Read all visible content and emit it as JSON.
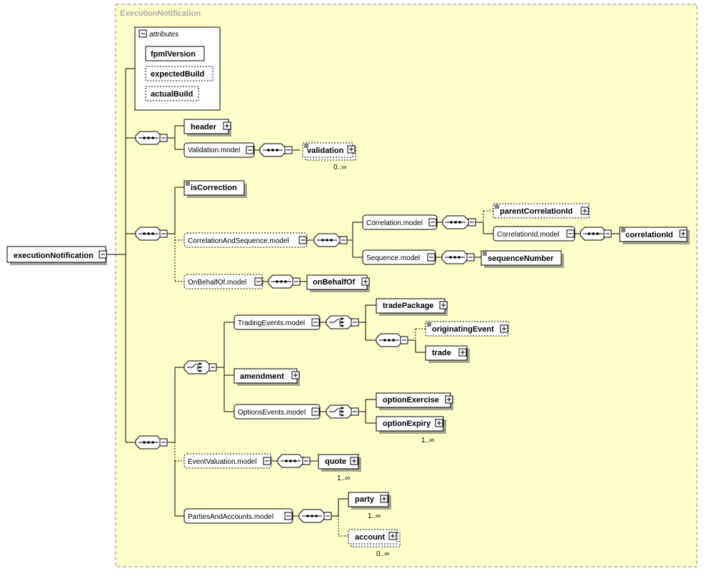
{
  "group": {
    "title": "ExecutionNotification"
  },
  "root": {
    "label": "executionNotification"
  },
  "attributes": {
    "title": "attributes",
    "items": [
      "fpmlVersion",
      "expectedBuild",
      "actualBuild"
    ]
  },
  "elements": {
    "header": "header",
    "validation_model": "Validation.model",
    "validation": "validation",
    "validation_occ": "0..∞",
    "isCorrection": "isCorrection",
    "correlation_and_sequence_model": "CorrelationAndSequence.model",
    "correlation_model": "Correlation.model",
    "parentCorrelationId": "parentCorrelationId",
    "correlationId_model": "CorrelationId.model",
    "correlationId": "correlationId",
    "sequence_model": "Sequence.model",
    "sequenceNumber": "sequenceNumber",
    "onBehalfOf_model": "OnBehalfOf.model",
    "onBehalfOf": "onBehalfOf",
    "tradingEvents_model": "TradingEvents.model",
    "tradePackage": "tradePackage",
    "originatingEvent": "originatingEvent",
    "trade": "trade",
    "amendment": "amendment",
    "optionsEvents_model": "OptionsEvents.model",
    "optionExercise": "optionExercise",
    "optionExpiry": "optionExpiry",
    "optionExpiry_occ": "1..∞",
    "eventValuation_model": "EventValuation.model",
    "quote": "quote",
    "quote_occ": "1..∞",
    "partiesAndAccounts_model": "PartiesAndAccounts.model",
    "party": "party",
    "party_occ": "1..∞",
    "account": "account",
    "account_occ": "0..∞"
  }
}
